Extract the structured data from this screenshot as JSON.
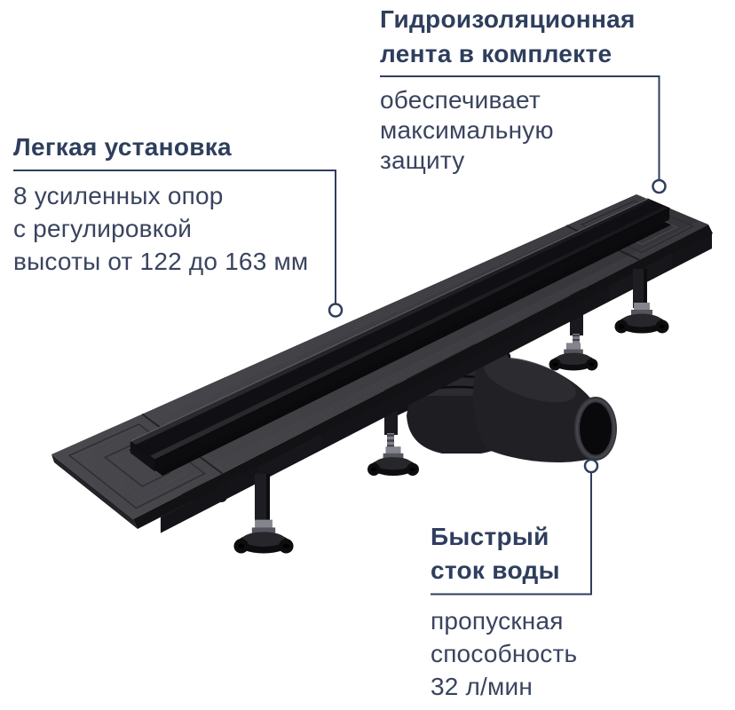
{
  "page": {
    "background": "#ffffff"
  },
  "colors": {
    "accent_navy": "#2e3e5c",
    "body_text": "#3a445e",
    "product_black": "#131316",
    "product_gray": "#3d3d42",
    "callout_line": "#2e3e5c",
    "callout_marker_fill": "#ffffff"
  },
  "callouts": {
    "easy_install": {
      "title_lines": [
        "Легкая установка"
      ],
      "body_lines": [
        "8 усиленных опор",
        "с регулировкой",
        "высоты от 122 до 163 мм"
      ]
    },
    "waterproof_tape": {
      "title_lines": [
        "Гидроизоляционная",
        "лента в комплекте"
      ],
      "body_lines": [
        "обеспечивает",
        "максимальную",
        "защиту"
      ]
    },
    "fast_drain": {
      "title_lines": [
        "Быстрый",
        "сток воды"
      ],
      "body_lines": [
        "пропускная",
        "способность",
        "32 л/мин"
      ]
    }
  },
  "product": {
    "render_name": "black-linear-shower-drain-with-adjustable-legs-and-siphon"
  }
}
